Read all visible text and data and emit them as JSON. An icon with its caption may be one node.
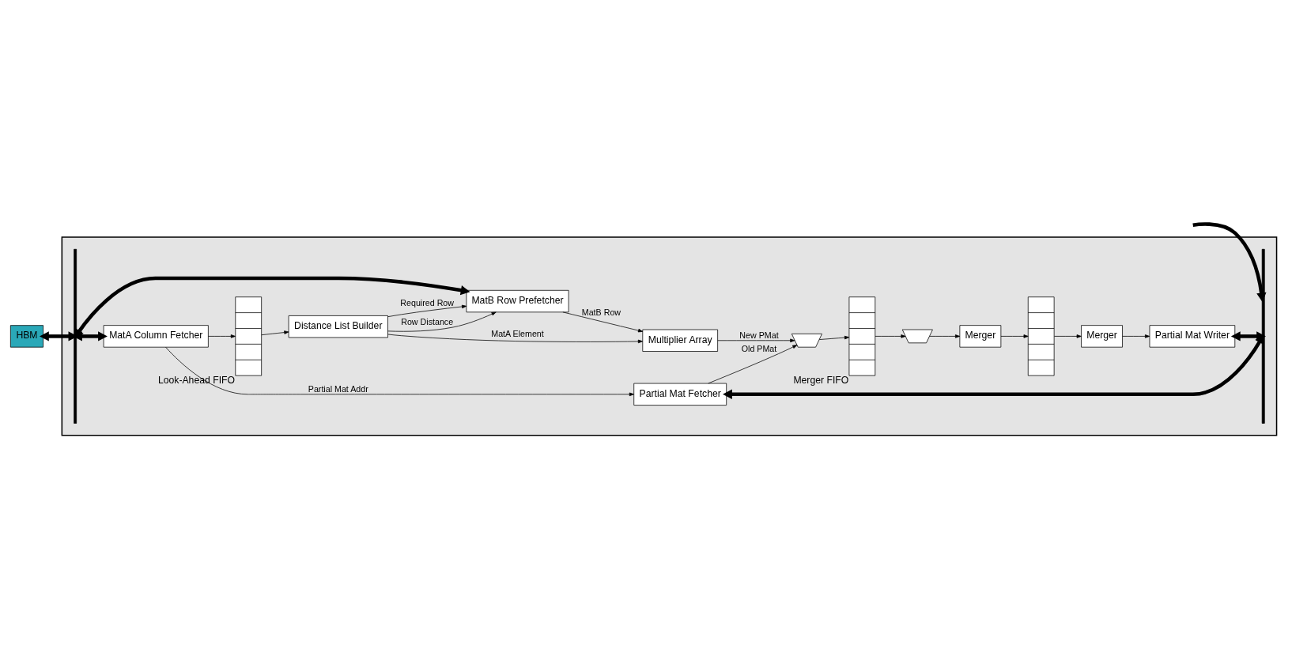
{
  "diagram": {
    "nodes": [
      {
        "text": [],
        "shape": "box"
      },
      {
        "text": [
          "HBM"
        ]
      },
      {
        "text": [],
        "shape": "bar",
        "in": 0
      },
      {
        "text": [
          "MatA Column Fetcher"
        ],
        "in": 0
      },
      {
        "text": [],
        "shape": "queue",
        "beside": [
          "Look-Ahead FIFO"
        ],
        "in": 0
      },
      {
        "text": [
          "Distance List Builder"
        ],
        "in": 0
      },
      {
        "text": [
          "MatB Row Prefetcher"
        ],
        "in": 0
      },
      {
        "text": [
          "Multiplier Array"
        ],
        "in": 0
      },
      {
        "text": [],
        "shape": "trapezoid",
        "in": 0
      },
      {
        "text": [],
        "shape": "queue",
        "beside": [
          "Merger FIFO"
        ],
        "in": 0
      },
      {
        "text": [],
        "shape": "trapezoid",
        "in": 0
      },
      {
        "text": [
          "Merger"
        ],
        "in": 0
      },
      {
        "text": [],
        "shape": "queue",
        "in": 0
      },
      {
        "text": [
          "Merger"
        ],
        "in": 0
      },
      {
        "text": [
          "Partial Mat Fetcher"
        ],
        "in": 0
      },
      {
        "text": [
          "Partial Mat Writer"
        ],
        "in": 0
      },
      {
        "text": [],
        "shape": "bar",
        "in": 0
      }
    ],
    "edges": [
      {
        "from": 1,
        "to": 2,
        "arrow": "both",
        "style": "thick"
      },
      {
        "from": 2,
        "to": 3,
        "arrow": "both",
        "style": "thick"
      },
      {
        "from": 2,
        "to": 6,
        "arrow": "both",
        "style": "thick"
      },
      {
        "from": 3,
        "to": 14,
        "arrow": "to",
        "label": "Partial Mat Addr"
      },
      {
        "from": 3,
        "to": 4,
        "arrow": "to"
      },
      {
        "from": 4,
        "to": 5,
        "arrow": "to"
      },
      {
        "from": 5,
        "to": 7,
        "arrow": "to",
        "label": "MatA Element"
      },
      {
        "from": 5,
        "to": 6,
        "arrow": "to",
        "label": "Required Row"
      },
      {
        "from": 5,
        "to": 6,
        "arrow": "to",
        "label": "Row Distance"
      },
      {
        "from": 6,
        "to": 7,
        "arrow": "to",
        "label": "MatB Row"
      },
      {
        "from": 7,
        "to": 8,
        "arrow": "to",
        "label": "New PMat"
      },
      {
        "from": 14,
        "to": 8,
        "arrow": "to",
        "label": "Old PMat"
      },
      {
        "from": 8,
        "to": 9,
        "arrow": "to"
      },
      {
        "from": 9,
        "to": 10,
        "arrow": "to"
      },
      {
        "from": 10,
        "to": 11,
        "arrow": "to"
      },
      {
        "from": 11,
        "to": 12,
        "arrow": "to"
      },
      {
        "from": 12,
        "to": 13,
        "arrow": "to"
      },
      {
        "from": 13,
        "to": 15,
        "arrow": "to"
      },
      {
        "from": 14,
        "to": 16,
        "arrow": "both",
        "style": "thick"
      },
      {
        "from": 15,
        "to": 16,
        "arrow": "both",
        "style": "thick"
      },
      {
        "from": null,
        "to": 16,
        "arrow": "to",
        "style": "thick"
      }
    ]
  }
}
